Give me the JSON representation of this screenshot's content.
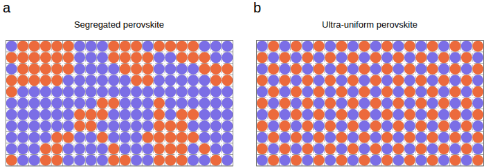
{
  "diagram": {
    "nodes": [
      {
        "text": [
          "Segregated perovskite"
        ]
      },
      {
        "text": [
          "Ultra-uniform perovskite"
        ]
      }
    ],
    "labels": [
      "a",
      "b"
    ]
  }
}
